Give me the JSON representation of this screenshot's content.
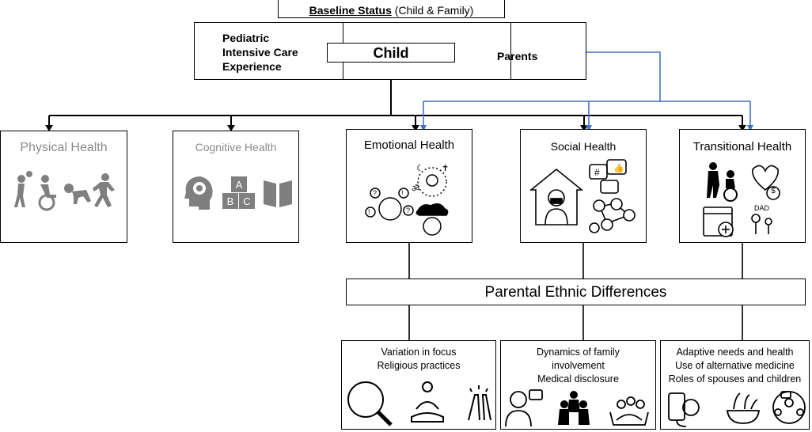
{
  "baseline": {
    "bold": "Baseline Status",
    "rest": " (Child & Family)"
  },
  "top_box": {
    "picu_lines": [
      "Pediatric",
      "Intensive Care",
      "Experience"
    ],
    "child": "Child",
    "parents": "Parents"
  },
  "health_domains": [
    {
      "title": "Physical Health",
      "color": "#8a8a8a"
    },
    {
      "title": "Cognitive Health",
      "color": "#8a8a8a"
    },
    {
      "title": "Emotional Health",
      "color": "#000000"
    },
    {
      "title": "Social Health",
      "color": "#000000"
    },
    {
      "title": "Transitional Health",
      "color": "#000000"
    }
  ],
  "cognitive_blocks": [
    "A",
    "B",
    "C"
  ],
  "transitional_icon_text": "DAD",
  "ethnic_differences": "Parental Ethnic Differences",
  "outcomes": [
    {
      "lines": [
        "Variation in focus",
        "Religious practices"
      ]
    },
    {
      "lines": [
        "Dynamics of family",
        "involvement",
        "Medical disclosure"
      ]
    },
    {
      "lines": [
        "Adaptive needs and health",
        "Use of alternative medicine",
        "Roles of spouses and children"
      ]
    }
  ],
  "colors": {
    "black_arrow": "#000000",
    "blue_arrow": "#4472c4",
    "grey_icon": "#7f7f7f"
  }
}
